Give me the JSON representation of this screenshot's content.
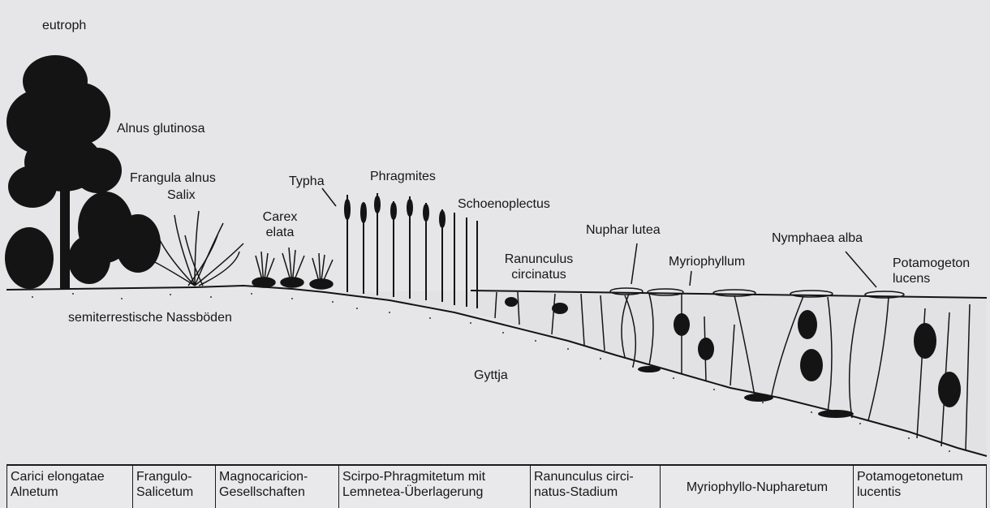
{
  "labels": {
    "eutroph": "eutroph",
    "alnus": "Alnus glutinosa",
    "frangula": "Frangula alnus",
    "salix": "Salix",
    "typha": "Typha",
    "phragmites": "Phragmites",
    "schoenoplectus": "Schoenoplectus",
    "carex1": "Carex",
    "carex2": "elata",
    "nuphar": "Nuphar lutea",
    "nymphaea": "Nymphaea alba",
    "ranunculus1": "Ranunculus",
    "ranunculus2": "circinatus",
    "myriophyllum": "Myriophyllum",
    "potamogeton1": "Potamogeton",
    "potamogeton2": "lucens",
    "semiterr": "semiterrestische Nassböden",
    "gyttja": "Gyttja"
  },
  "table": [
    {
      "l1": "Carici elongatae",
      "l2": "Alnetum"
    },
    {
      "l1": "Frangulo-",
      "l2": "Salicetum"
    },
    {
      "l1": "Magnocaricion-",
      "l2": "Gesellschaften"
    },
    {
      "l1": "Scirpo-Phragmitetum mit",
      "l2": "Lemnetea-Überlagerung"
    },
    {
      "l1": "Ranunculus circi-",
      "l2": "natus-Stadium"
    },
    {
      "l1": "Myriophyllo-Nupharetum",
      "l2": ""
    },
    {
      "l1": "Potamogetonetum",
      "l2": "lucentis"
    }
  ],
  "colors": {
    "ink": "#141414",
    "paper": "#e6e6e8",
    "sediment": "#dcdcde"
  }
}
